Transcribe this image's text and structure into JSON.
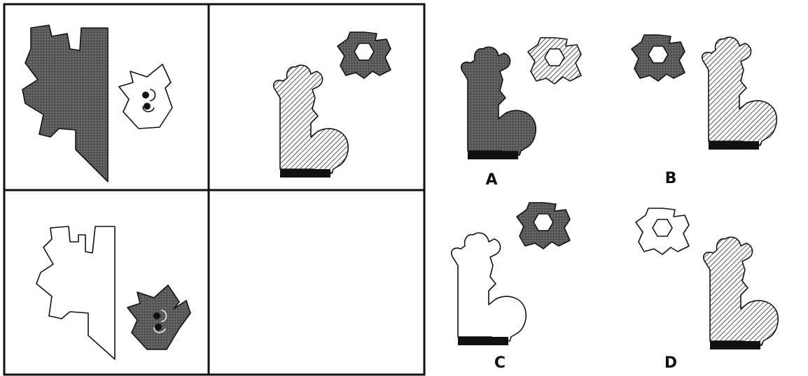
{
  "puzzle": {
    "grid": {
      "rows": 2,
      "cols": 2,
      "empty_cell": "bottom-right"
    },
    "options": [
      {
        "label": "A"
      },
      {
        "label": "B"
      },
      {
        "label": "C"
      },
      {
        "label": "D"
      }
    ]
  },
  "colors": {
    "ink": "#111111",
    "dark_fill": "#555555",
    "paper": "#ffffff"
  }
}
